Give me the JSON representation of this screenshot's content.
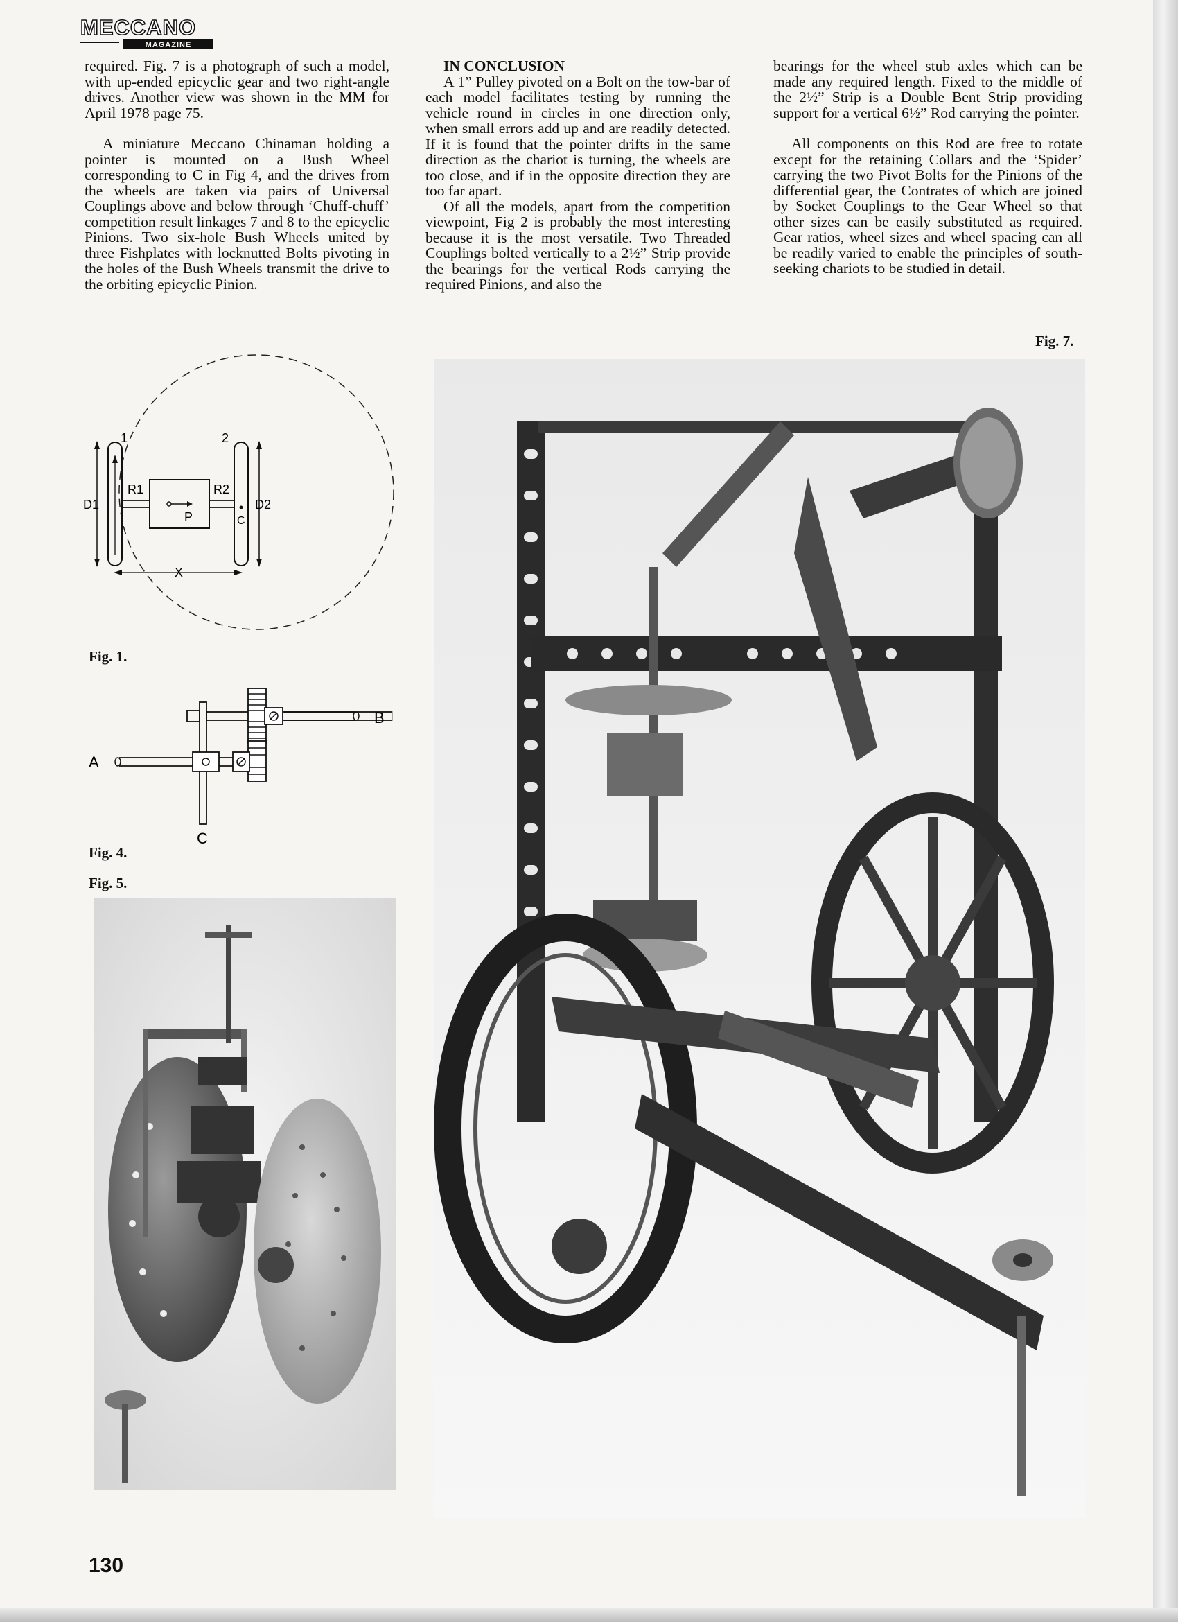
{
  "masthead": {
    "title": "MECCANO",
    "subtitle": "MAGAZINE"
  },
  "columns": {
    "left": {
      "paragraphs": [
        "required. Fig. 7 is a photograph of such a model, with up-ended epicyclic gear and two right-angle drives. Another view was shown in the MM for April 1978 page 75.",
        "A miniature Meccano Chinaman holding a pointer is mounted on a Bush Wheel corresponding to C in Fig 4, and the drives from the wheels are taken via pairs of Universal Couplings above and below through ‘Chuff-chuff’ competition result linkages 7 and 8 to the epicyclic Pinions. Two six-hole Bush Wheels united by three Fishplates with locknutted Bolts pivoting in the holes of the Bush Wheels transmit the drive to the orbiting epicyclic Pinion."
      ]
    },
    "middle": {
      "heading": "IN CONCLUSION",
      "paragraphs": [
        "A 1” Pulley pivoted on a Bolt on the tow-bar of each model facilitates testing by running the vehicle round in circles in one direction only, when small errors add up and are readily detected. If it is found that the pointer drifts in the same direction as the chariot is turning, the wheels are too close, and if in the opposite direction they are too far apart.",
        "Of all the models, apart from the competition viewpoint, Fig 2 is probably the most interesting because it is the most versatile. Two Threaded Couplings bolted vertically to a 2½” Strip provide the bearings for the vertical Rods carrying the required Pinions, and also the"
      ]
    },
    "right": {
      "paragraphs": [
        "bearings for the wheel stub axles which can be made any required length. Fixed to the middle of the 2½” Strip is a Double Bent Strip providing support for a vertical 6½” Rod carrying the pointer.",
        "All components on this Rod are free to rotate except for the retaining Collars and the ‘Spider’ carrying the two Pivot Bolts for the Pinions of the differential gear, the Contrates of which are joined by Socket Couplings to the Gear Wheel so that other sizes can be easily substituted as required. Gear ratios, wheel sizes and wheel spacing can all be readily varied to enable the principles of south-seeking chariots to be studied in detail."
      ]
    }
  },
  "figures": {
    "fig1": {
      "caption": "Fig. 1.",
      "labels": {
        "wheel1": "1",
        "wheel2": "2",
        "r1": "R1",
        "r2": "R2",
        "d1": "D1",
        "d2": "D2",
        "p": "P",
        "c": "C",
        "x": "X"
      }
    },
    "fig4": {
      "caption": "Fig. 4.",
      "labels": {
        "a": "A",
        "b": "B",
        "c": "C"
      }
    },
    "fig5": {
      "caption": "Fig. 5."
    },
    "fig7": {
      "caption": "Fig. 7."
    }
  },
  "page_number": "130"
}
